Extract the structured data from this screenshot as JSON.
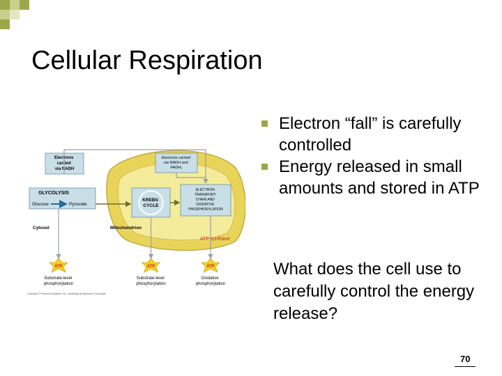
{
  "slide": {
    "title": "Cellular Respiration",
    "bullets": [
      "Electron “fall” is carefully controlled",
      "Energy released in small amounts and stored in ATP"
    ],
    "question": "What does the cell use to carefully control the energy release?",
    "page_number": "70"
  },
  "figure": {
    "electrons_nadh": [
      "Electrons",
      "carried",
      "via NADH"
    ],
    "electrons_nadh_fadh2": [
      "Electrons carried",
      "via NADH and",
      "FADH₂"
    ],
    "glycolysis": "GLYCOLYSIS",
    "glucose": "Glucose",
    "pyruvate": "Pyruvate",
    "krebs": [
      "KREBS",
      "CYCLE"
    ],
    "etc": [
      "ELECTRON",
      "TRANSPORT",
      "CHAIN AND",
      "OXIDATIVE",
      "PHOSPHORYLATION"
    ],
    "cytosol": "Cytosol",
    "mitochondrion": "Mitochondrion",
    "atp_synthase": "ATP synthase",
    "atp_label": "ATP",
    "substrate_level": [
      "Substrate-level",
      "phosphorylation"
    ],
    "oxidative": [
      "Oxidative",
      "phosphorylation"
    ],
    "copyright": "Copyright © Pearson Education, Inc., publishing as Benjamin Cummings"
  },
  "colors": {
    "accent_green": "#9aa84a",
    "mito_fill": "#e9d45a",
    "mito_inner": "#f4ec9a",
    "box_blue": "#c9dfe8",
    "atp_yellow": "#f3d21a",
    "atp_label_red": "#c0281c"
  }
}
